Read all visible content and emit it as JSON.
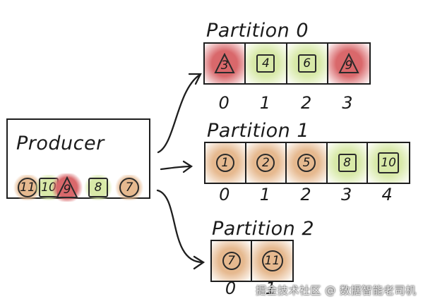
{
  "producer": {
    "label": "Producer",
    "messages": [
      {
        "text": "11",
        "shape": "circle",
        "color": "#e6b98f"
      },
      {
        "text": "10",
        "shape": "square",
        "color": "#d8e9a8"
      },
      {
        "text": "9",
        "shape": "triangle",
        "color": "#d9686b"
      },
      {
        "text": "8",
        "shape": "square",
        "color": "#d8e9a8"
      },
      {
        "text": "7",
        "shape": "circle",
        "color": "#e6b98f"
      }
    ]
  },
  "partitions": [
    {
      "title": "Partition 0",
      "cells": [
        {
          "offset": "0",
          "message": "3",
          "shape": "triangle",
          "color": "#d9686b"
        },
        {
          "offset": "1",
          "message": "4",
          "shape": "square",
          "color": "#d8e9a8"
        },
        {
          "offset": "2",
          "message": "6",
          "shape": "square",
          "color": "#d8e9a8"
        },
        {
          "offset": "3",
          "message": "9",
          "shape": "triangle",
          "color": "#d9686b"
        }
      ]
    },
    {
      "title": "Partition 1",
      "cells": [
        {
          "offset": "0",
          "message": "1",
          "shape": "circle",
          "color": "#e6b98f"
        },
        {
          "offset": "1",
          "message": "2",
          "shape": "circle",
          "color": "#e6b98f"
        },
        {
          "offset": "2",
          "message": "5",
          "shape": "circle",
          "color": "#e6b98f"
        },
        {
          "offset": "3",
          "message": "8",
          "shape": "square",
          "color": "#d8e9a8"
        },
        {
          "offset": "4",
          "message": "10",
          "shape": "square",
          "color": "#d8e9a8"
        }
      ]
    },
    {
      "title": "Partition 2",
      "cells": [
        {
          "offset": "0",
          "message": "7",
          "shape": "circle",
          "color": "#e6b98f"
        },
        {
          "offset": "1",
          "message": "11",
          "shape": "circle",
          "color": "#e6b98f"
        }
      ]
    }
  ],
  "watermark": "掘金技术社区 @ 数据智能老司机"
}
